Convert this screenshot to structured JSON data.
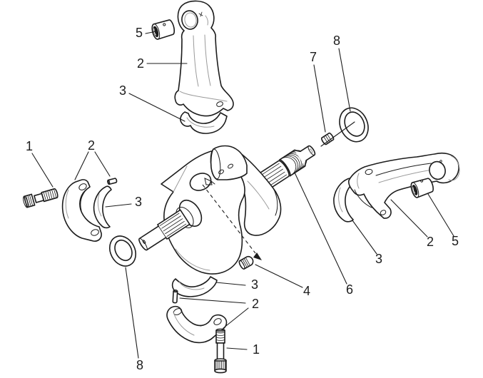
{
  "figure": {
    "kind": "exploded-parts-diagram",
    "subject": "crankshaft and connecting rods assembly"
  },
  "style": {
    "paper": "#ffffff",
    "ink": "#1c1c1c",
    "shade": "#9a9a9a"
  },
  "callouts": [
    {
      "label": "5",
      "part": "small-end-bushing-top"
    },
    {
      "label": "2",
      "part": "connecting-rod-top"
    },
    {
      "label": "3",
      "part": "bearing-shell-top"
    },
    {
      "label": "7",
      "part": "spacer-bush"
    },
    {
      "label": "8",
      "part": "shim-washer-right"
    },
    {
      "label": "1",
      "part": "rod-bolt-left"
    },
    {
      "label": "2",
      "part": "rod-cap-and-pin-left"
    },
    {
      "label": "3",
      "part": "bearing-shell-left"
    },
    {
      "label": "2",
      "part": "connecting-rod-right"
    },
    {
      "label": "5",
      "part": "small-end-bushing-right"
    },
    {
      "label": "3",
      "part": "bearing-shell-right"
    },
    {
      "label": "4",
      "part": "oil-plug-set-screw"
    },
    {
      "label": "6",
      "part": "crankshaft"
    },
    {
      "label": "3",
      "part": "bearing-shell-bottom"
    },
    {
      "label": "2",
      "part": "rod-cap-and-pin-bottom"
    },
    {
      "label": "1",
      "part": "rod-bolt-bottom"
    },
    {
      "label": "8",
      "part": "shim-washer-left"
    }
  ]
}
